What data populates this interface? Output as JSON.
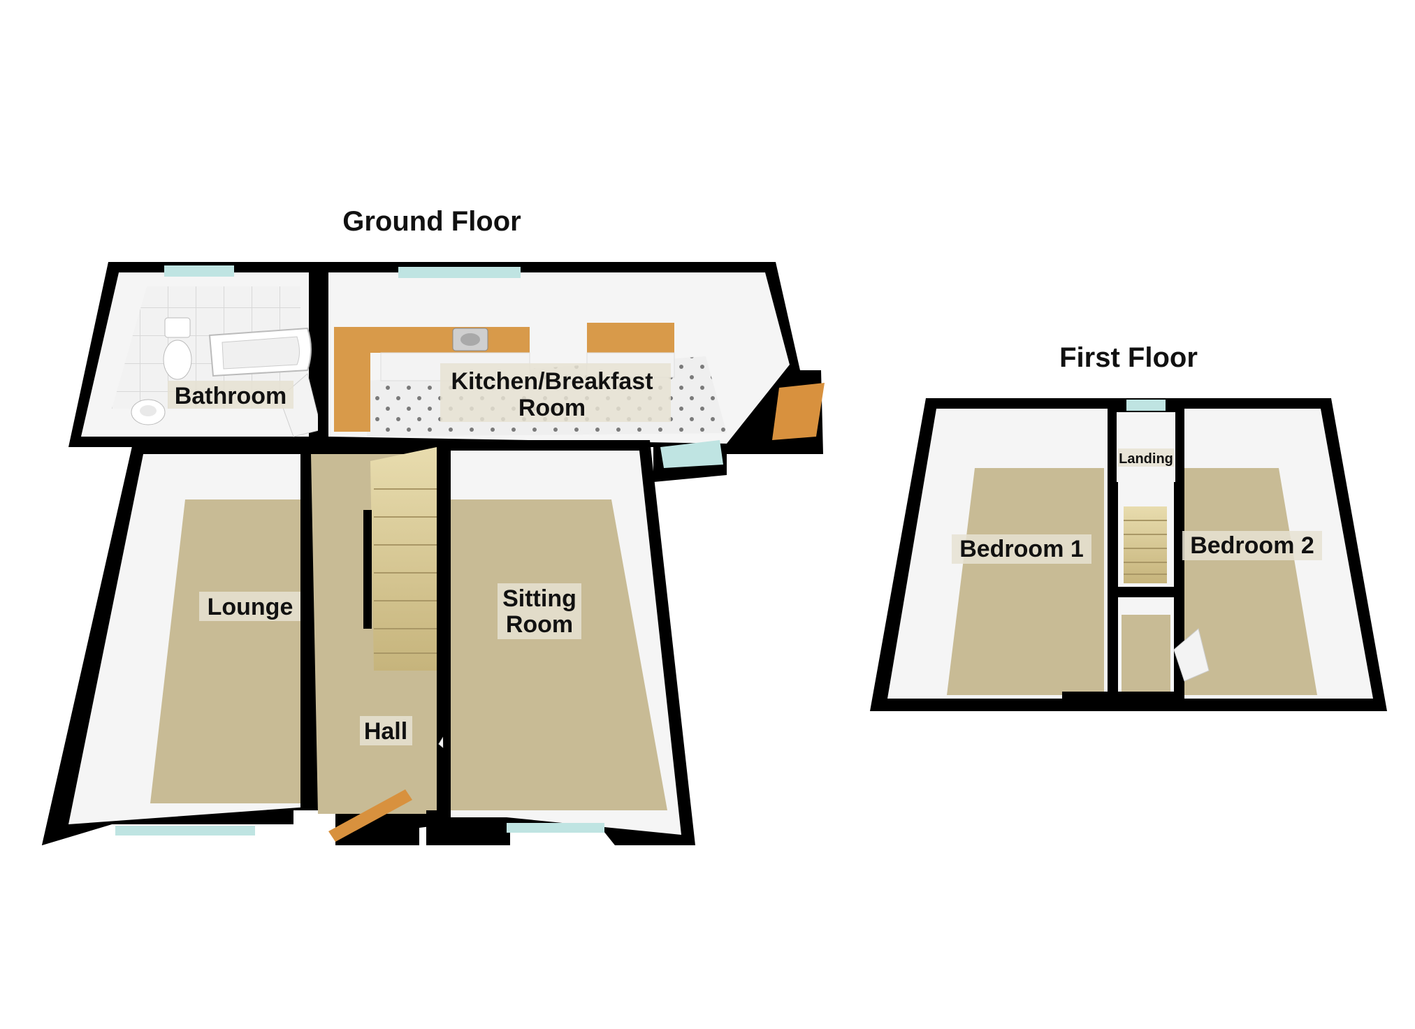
{
  "floors": {
    "ground": {
      "title": "Ground Floor",
      "rooms": {
        "bathroom": "Bathroom",
        "kitchen_line1": "Kitchen/Breakfast",
        "kitchen_line2": "Room",
        "lounge": "Lounge",
        "sitting_line1": "Sitting",
        "sitting_line2": "Room",
        "hall": "Hall"
      }
    },
    "first": {
      "title": "First Floor",
      "rooms": {
        "bedroom1": "Bedroom 1",
        "bedroom2": "Bedroom 2",
        "landing": "Landing"
      }
    }
  },
  "colors": {
    "wall": "#000000",
    "wall_face": "#f4f4f4",
    "carpet": "#c8bb95",
    "tile": "#eeeeee",
    "window": "#bfe4e2",
    "worktop": "#d89a4a"
  }
}
